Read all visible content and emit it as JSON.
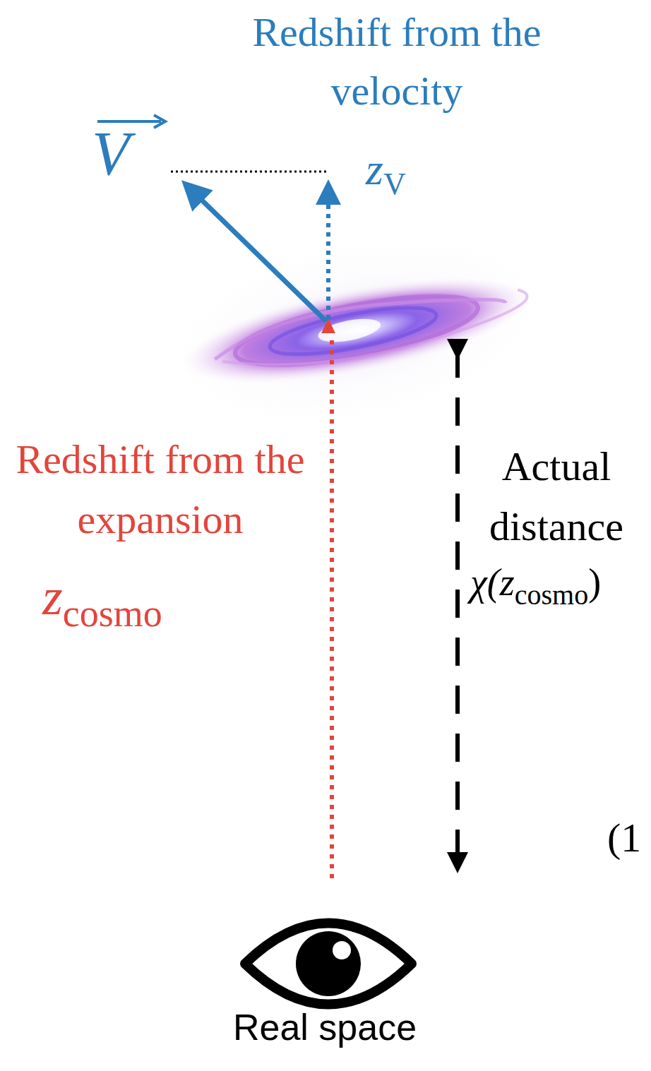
{
  "diagram": {
    "labels": [
      "Redshift from the velocity",
      "V",
      "z",
      "V",
      "Redshift from the expansion",
      "z",
      "cosmo",
      "Actual distance",
      "χ(z",
      "cosmo",
      ")",
      "(1",
      "Real space"
    ]
  }
}
